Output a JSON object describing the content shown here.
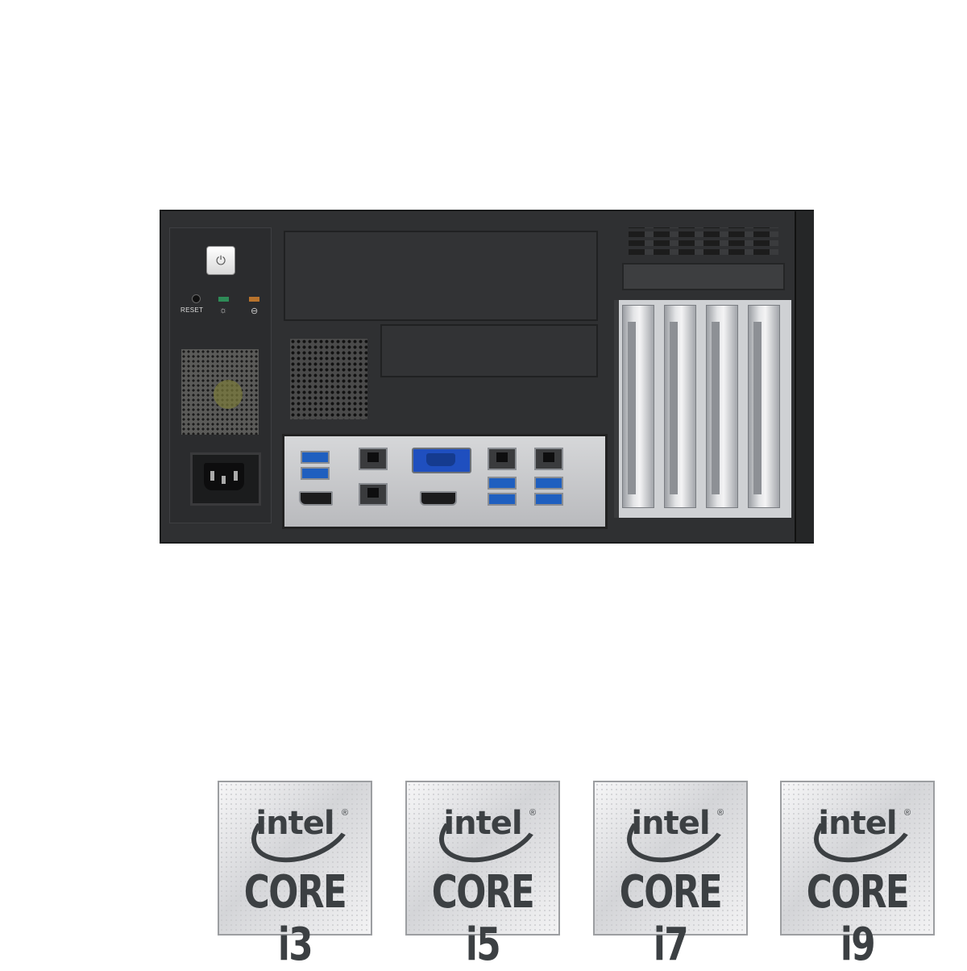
{
  "front_panel": {
    "power_symbol": "⏻",
    "reset_label": "RESET",
    "power_led_icon": "☼",
    "hdd_led_icon": "⊖"
  },
  "badges": [
    {
      "brand": "intel",
      "registered": "®",
      "series": "CORE i3"
    },
    {
      "brand": "intel",
      "registered": "®",
      "series": "CORE i5"
    },
    {
      "brand": "intel",
      "registered": "®",
      "series": "CORE i7"
    },
    {
      "brand": "intel",
      "registered": "®",
      "series": "CORE i9"
    }
  ],
  "colors": {
    "chassis": "#2f3032",
    "usb3_port": "#1f5fbf",
    "power_led": "#2e8b57",
    "hdd_led": "#b8732c",
    "badge_text": "#3c4043"
  }
}
